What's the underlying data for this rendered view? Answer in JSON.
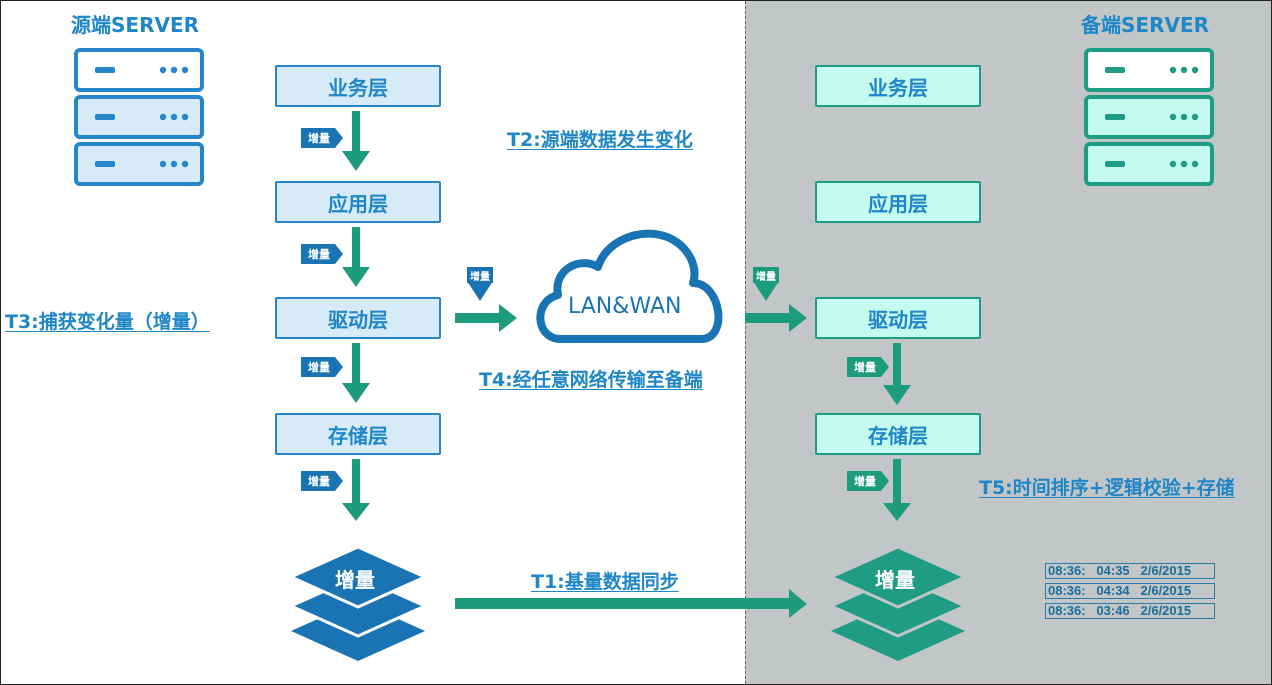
{
  "source": {
    "title": "源端SERVER",
    "layers": [
      "业务层",
      "应用层",
      "驱动层",
      "存储层"
    ],
    "stack_label": "增量"
  },
  "backup": {
    "title": "备端SERVER",
    "layers": [
      "业务层",
      "应用层",
      "驱动层",
      "存储层"
    ],
    "stack_label": "增量"
  },
  "tag_label": "增量",
  "cloud_label": "LAN&WAN",
  "notes": {
    "t1": "T1:基量数据同步",
    "t2": "T2:源端数据发生变化",
    "t3": "T3:捕获变化量（增量）",
    "t4": "T4:经任意网络传输至备端",
    "t5": "T5:时间排序+逻辑校验+存储"
  },
  "timestamps": [
    "08:36:   04:35   2/6/2015",
    "08:36:   04:34   2/6/2015",
    "08:36:   03:46   2/6/2015"
  ],
  "colors": {
    "source_blue": "#1f86c7",
    "source_fill": "#d6eaf7",
    "backup_green": "#1e9c84",
    "backup_fill": "#c5faee",
    "arrow_green": "#1d9c7c",
    "panel_gray": "#c3c6c7"
  }
}
